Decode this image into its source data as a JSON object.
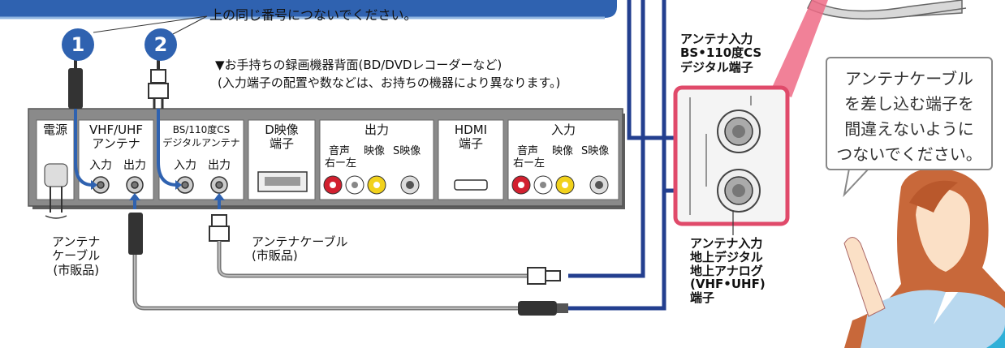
{
  "callout": {
    "text": "上の同じ番号につないでください。",
    "numbers": [
      "1",
      "2"
    ]
  },
  "device": {
    "heading": "▼お手持ちの録画機器背面(BD/DVDレコーダーなど)",
    "note": "(入力端子の配置や数などは、お持ちの機器により異なります。)",
    "sections": {
      "power": "電源",
      "vhf_uhf": "VHF/UHF\nアンテナ",
      "bs_cs": "BS/110度CS\nデジタルアンテナ",
      "d_video": "D映像\n端子",
      "output": "出力",
      "hdmi": "HDMI\n端子",
      "input": "入力"
    },
    "port_labels": {
      "in": "入力",
      "out": "出力",
      "audio": "音声",
      "video": "映像",
      "s_video": "S映像",
      "right_left": "右ー左"
    }
  },
  "labels": {
    "cable_left": "アンテナ\nケーブル\n(市販品)",
    "cable_middle": "アンテナケーブル\n(市販品)",
    "tv_bs_cs": "アンテナ入力\nBS•110度CS\nデジタル端子",
    "tv_terrestrial": "アンテナ入力\n地上デジタル\n地上アナログ\n(VHF•UHF)\n端子"
  },
  "bubble": {
    "text": "アンテナケーブル\nを差し込む端子を\n間違えないように\nつないでください。"
  },
  "colors": {
    "blue_line": "#233f8f",
    "accent_blue": "#2f62b0",
    "pink": "#e04a6a",
    "device_gray": "#8a8a8a"
  }
}
